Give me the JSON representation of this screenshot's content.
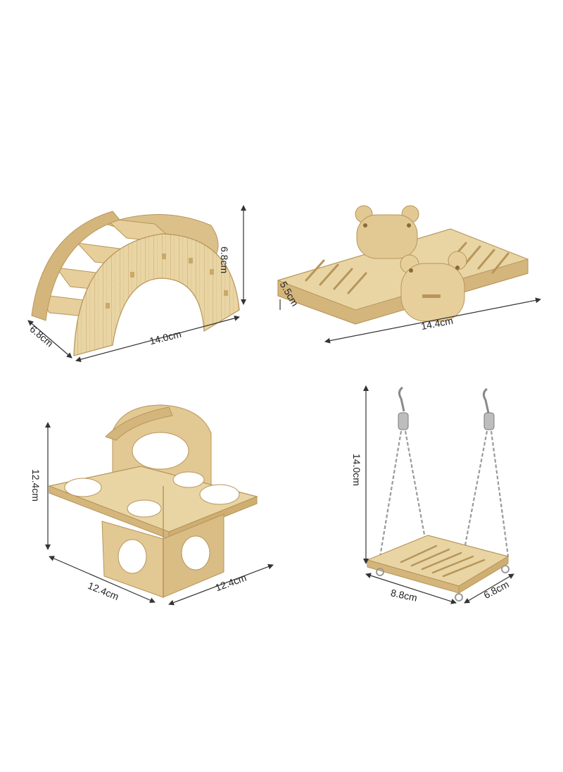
{
  "colors": {
    "wood_light": "#e9d5a4",
    "wood_mid": "#d9bd85",
    "wood_edge": "#b8955a",
    "wood_grain": "#c9a96a",
    "metal": "#9a9a9a",
    "dimension_line": "#333333",
    "background": "#ffffff"
  },
  "products": [
    {
      "name": "rainbow-bridge-ladder",
      "dimensions": {
        "width": "14.0cm",
        "depth": "6.8cm",
        "height": "6.8cm"
      }
    },
    {
      "name": "seesaw",
      "dimensions": {
        "length": "14.4cm",
        "width": "5.5cm"
      }
    },
    {
      "name": "cross-climbing-frame",
      "dimensions": {
        "left": "12.4cm",
        "right": "12.4cm",
        "height": "12.4cm"
      }
    },
    {
      "name": "hanging-swing",
      "dimensions": {
        "width": "8.8cm",
        "depth": "6.8cm",
        "height": "14.0cm"
      }
    }
  ]
}
